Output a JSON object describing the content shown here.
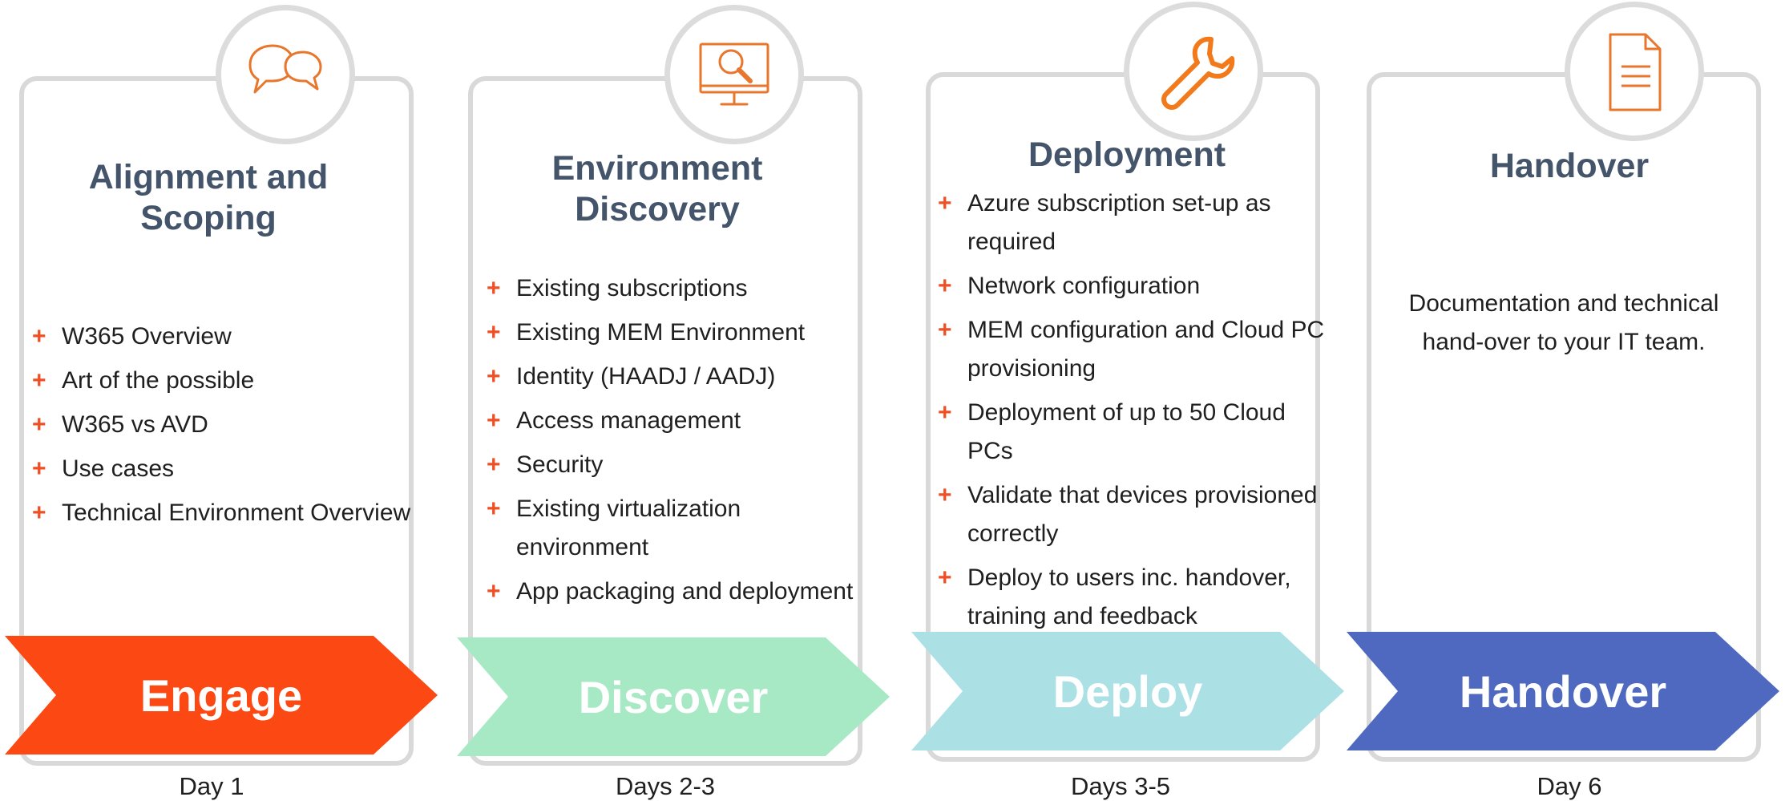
{
  "phases": [
    {
      "title_lines": [
        "Alignment and",
        "Scoping"
      ],
      "icon": "speech-bubbles-icon",
      "items": [
        "W365 Overview",
        "Art of the possible",
        "W365 vs AVD",
        "Use cases",
        "Technical Environment Overview"
      ],
      "arrow_label": "Engage",
      "arrow_color": "#fc4813",
      "day": "Day 1"
    },
    {
      "title_lines": [
        "Environment",
        "Discovery"
      ],
      "icon": "monitor-magnifier-icon",
      "items": [
        "Existing subscriptions",
        "Existing MEM Environment",
        "Identity (HAADJ / AADJ)",
        "Access management",
        "Security",
        "Existing virtualization environment",
        "App packaging and deployment"
      ],
      "arrow_label": "Discover",
      "arrow_color": "#a7e9c4",
      "day": "Days 2-3"
    },
    {
      "title_lines": [
        "Deployment"
      ],
      "icon": "wrench-icon",
      "items": [
        "Azure subscription set-up as required",
        "Network configuration",
        "MEM configuration and Cloud PC provisioning",
        "Deployment of up to 50 Cloud PCs",
        "Validate that devices provisioned correctly",
        "Deploy to users inc. handover, training and feedback"
      ],
      "arrow_label": "Deploy",
      "arrow_color": "#abe0e5",
      "day": "Days 3-5"
    },
    {
      "title_lines": [
        "Handover"
      ],
      "icon": "document-icon",
      "description": "Documentation and technical hand-over to your IT team.",
      "arrow_label": "Handover",
      "arrow_color": "#4f69c1",
      "day": "Day 6"
    }
  ],
  "accent_color": "#f04e23",
  "icon_color": "#e8762c"
}
